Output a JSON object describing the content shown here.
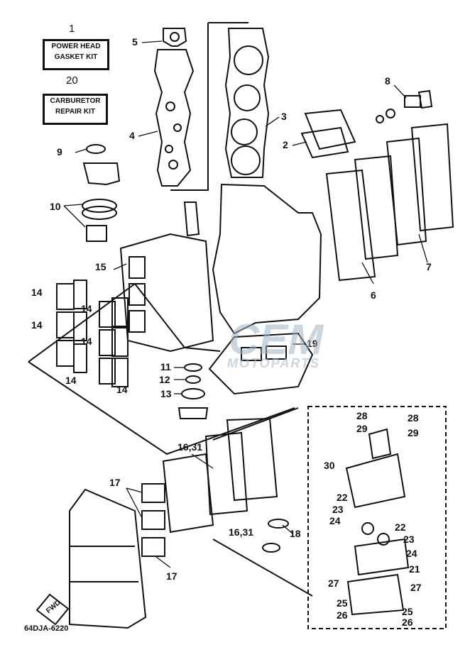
{
  "diagram": {
    "kits": [
      {
        "number": "1",
        "line1": "POWER HEAD",
        "line2": "GASKET KIT"
      },
      {
        "number": "20",
        "line1": "CARBURETOR",
        "line2": "REPAIR KIT"
      }
    ],
    "callouts": [
      "2",
      "3",
      "4",
      "5",
      "6",
      "7",
      "8",
      "9",
      "10",
      "11",
      "12",
      "13",
      "14",
      "14",
      "14",
      "14",
      "14",
      "14",
      "15",
      "16,31",
      "16,31",
      "17",
      "17",
      "18",
      "19",
      "21",
      "22",
      "22",
      "23",
      "23",
      "24",
      "24",
      "25",
      "25",
      "26",
      "26",
      "27",
      "27",
      "28",
      "28",
      "29",
      "29",
      "30"
    ],
    "figure_code": "64DJA-6220",
    "direction_label": "FWD",
    "watermark": {
      "brand": "CEM",
      "sub": "MOTOPARTS"
    },
    "colors": {
      "ink": "#111111",
      "background": "#ffffff",
      "watermark": "#9fb4c4"
    }
  }
}
